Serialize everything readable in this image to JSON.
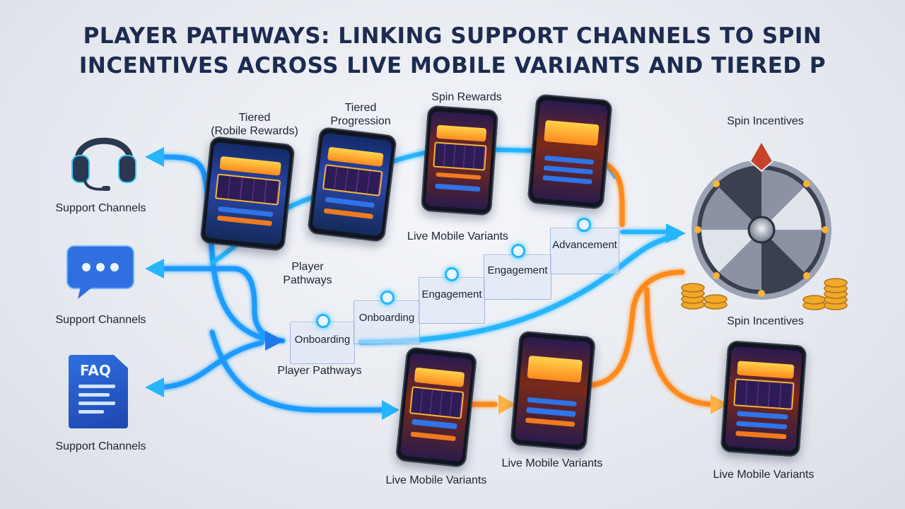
{
  "title": {
    "line1": "PLAYER PATHWAYS: LINKING SUPPORT CHANNELS TO SPIN",
    "line2": "INCENTIVES ACROSS LIVE MOBILE VARIANTS AND TIERED P"
  },
  "icons": {
    "headset": "headset-icon",
    "chat": "chat-bubble-icon",
    "faq": "faq-document-icon",
    "wheel": "prize-wheel-icon",
    "coins": "coin-stack-icon"
  },
  "faq_text": "FAQ",
  "labels": {
    "support_1": "Support Channels",
    "support_2": "Support Channels",
    "support_3": "Support Channels",
    "tiered_rewards_1": "Tiered",
    "tiered_rewards_2": "(Robile Rewards)",
    "tiered_progression_1": "Tiered",
    "tiered_progression_2": "Progression",
    "spin_rewards": "Spin Rewards",
    "live_variants_top": "Live Mobile Variants",
    "player_pathways_1": "Player",
    "player_pathways_2": "Pathways",
    "player_pathways_bottom": "Player Pathways",
    "spin_incentives_top": "Spin Incentives",
    "spin_incentives_mid": "Spin Incentives",
    "live_variants_b1": "Live Mobile Variants",
    "live_variants_b2": "Live Mobile Variants",
    "live_variants_b3": "Live Mobile Variants"
  },
  "stairs": {
    "s1": "Onboarding",
    "s2": "Onboarding",
    "s3": "Engagement",
    "s4": "Engagement",
    "s5": "Advancement"
  },
  "colors": {
    "blue_flow": "#1e9bff",
    "orange_flow": "#ff8a1e",
    "title": "#1d2b50"
  }
}
